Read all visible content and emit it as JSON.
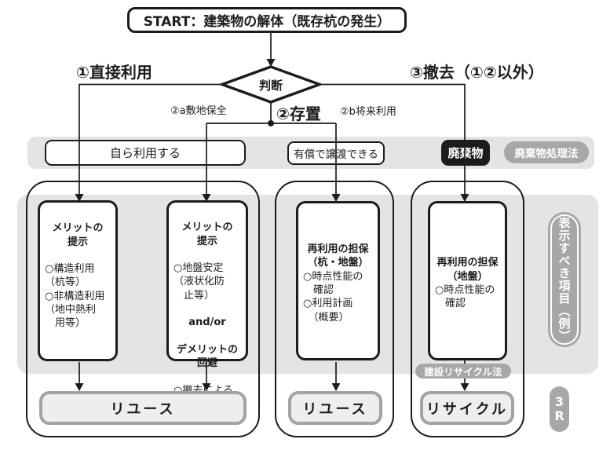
{
  "start": {
    "label": "START：建築物の解体（既存杭の発生）"
  },
  "decision": {
    "label": "判断"
  },
  "branches": {
    "direct_use": "①直接利用",
    "leave_in_place": "②存置",
    "site_preservation": "②a敷地保全",
    "future_use": "②b将来利用",
    "removal": "③撤去（①②以外）"
  },
  "band": {
    "self_use": "自ら利用する",
    "paid_transfer": "有償で譲渡できる",
    "waste": "廃棄物",
    "waste_law": "廃棄物処理法"
  },
  "columns": {
    "col1": {
      "title": "メリットの\n提示",
      "body": "○構造利用\n（杭等）\n○非構造利用\n（地中熱利\n　用等）"
    },
    "col2": {
      "title": "メリットの\n提示",
      "body1": "○地盤安定\n（液状化防\n　止等）",
      "connector": "and/or",
      "title2": "デメリットの\n回避",
      "body2": "○撤去による\n　性能低下の\n　恐れ"
    },
    "col3": {
      "title": "再利用の担保\n（杭・地盤）",
      "body": "○時点性能の\n　確認\n○利用計画\n　（概要）"
    },
    "col4": {
      "title": "再利用の担保\n（地盤）",
      "body": "○時点性能の\n　確認"
    }
  },
  "results": {
    "reuse1": "リユース",
    "reuse2": "リユース",
    "recycle": "リサイクル"
  },
  "badges": {
    "recycle_law": "建設リサイクル法",
    "display_items": "表示すべき項目（例）",
    "three_r": "3R"
  },
  "colors": {
    "band_gray": "#e4e4e2",
    "pill_gray": "#a7a7a5",
    "line_black": "#1c1c1c",
    "result_fill": "#eeeeec",
    "result_border": "#a3a3a1"
  }
}
